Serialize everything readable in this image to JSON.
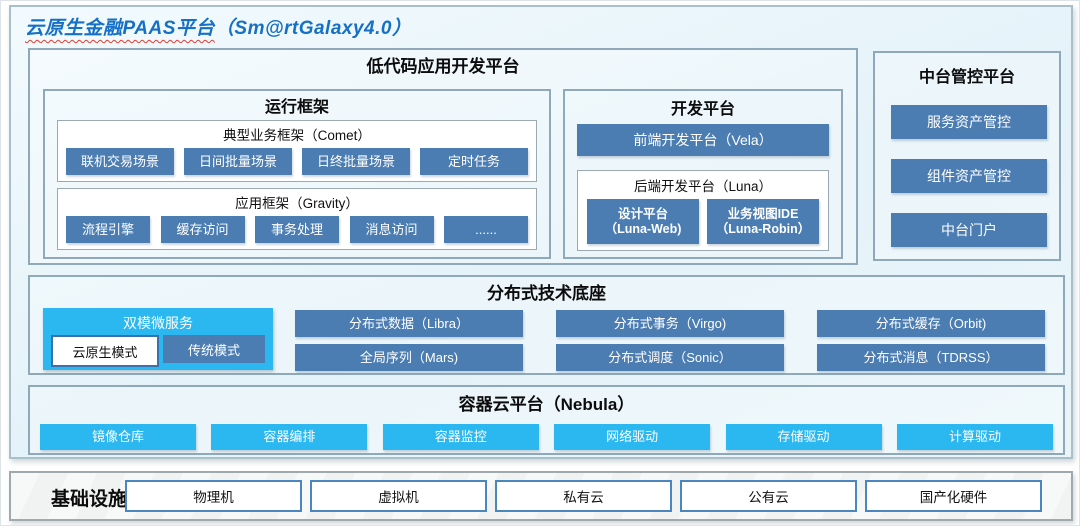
{
  "title": {
    "main": "云原生金融PAAS平台",
    "suffix": "（Sm@rtGalaxy4.0）"
  },
  "colors": {
    "steel_blue": "#4b7db3",
    "cyan": "#2bb7f0",
    "title_blue": "#1670c5",
    "panel_bg": "#e8f4fa"
  },
  "low_code": {
    "title": "低代码应用开发平台",
    "runtime": {
      "title": "运行框架",
      "comet": {
        "title": "典型业务框架（Comet）",
        "items": [
          "联机交易场景",
          "日间批量场景",
          "日终批量场景",
          "定时任务"
        ]
      },
      "gravity": {
        "title": "应用框架（Gravity）",
        "items": [
          "流程引擎",
          "缓存访问",
          "事务处理",
          "消息访问",
          "......"
        ]
      }
    },
    "dev": {
      "title": "开发平台",
      "vela": "前端开发平台（Vela）",
      "luna": {
        "title": "后端开发平台（Luna）",
        "items": [
          {
            "line1": "设计平台",
            "line2": "（Luna-Web)"
          },
          {
            "line1": "业务视图IDE",
            "line2": "（Luna-Robin）"
          }
        ]
      }
    }
  },
  "midplatform": {
    "title": "中台管控平台",
    "items": [
      "服务资产管控",
      "组件资产管控",
      "中台门户"
    ]
  },
  "distributed": {
    "title": "分布式技术底座",
    "dual_mode": {
      "title": "双模微服务",
      "cloud_native": "云原生模式",
      "traditional": "传统模式"
    },
    "row1": [
      "分布式数据（Libra）",
      "分布式事务（Virgo)",
      "分布式缓存（Orbit)"
    ],
    "row2": [
      "全局序列（Mars)",
      "分布式调度（Sonic）",
      "分布式消息（TDRSS）"
    ]
  },
  "container_cloud": {
    "title": "容器云平台（Nebula）",
    "items": [
      "镜像仓库",
      "容器编排",
      "容器监控",
      "网络驱动",
      "存储驱动",
      "计算驱动"
    ]
  },
  "infrastructure": {
    "title": "基础设施",
    "items": [
      "物理机",
      "虚拟机",
      "私有云",
      "公有云",
      "国产化硬件"
    ]
  }
}
